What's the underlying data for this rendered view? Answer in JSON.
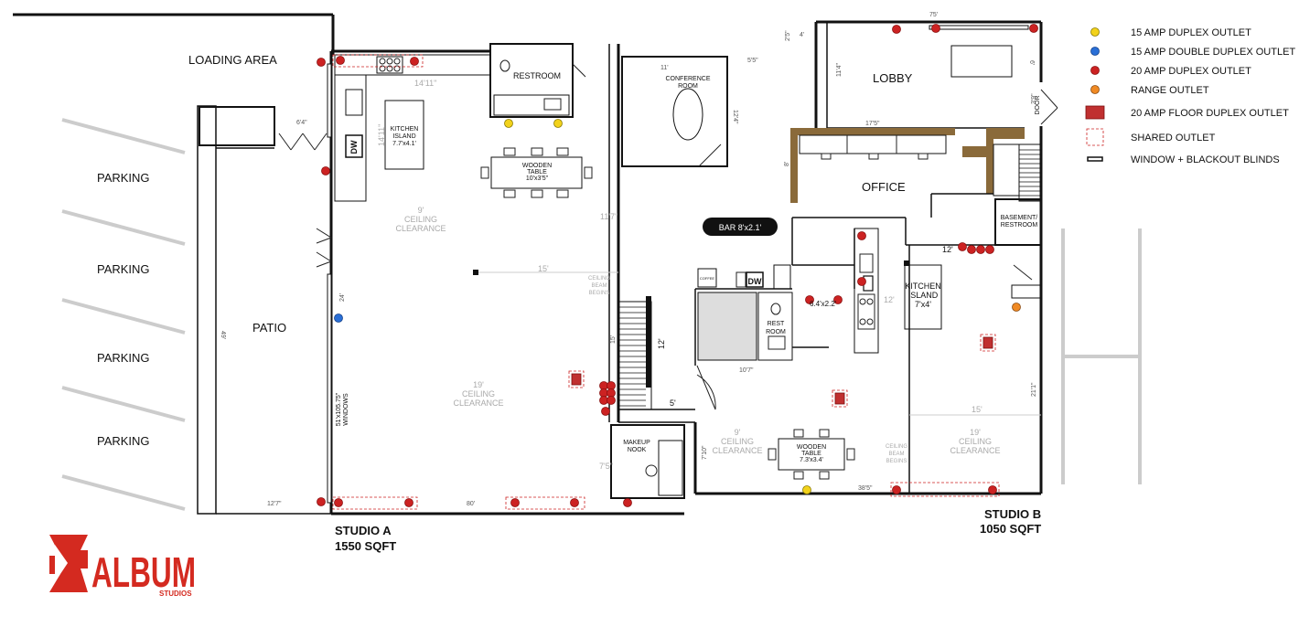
{
  "areas": {
    "loading_area": "LOADING AREA",
    "parking": [
      "PARKING",
      "PARKING",
      "PARKING",
      "PARKING"
    ],
    "patio": "PATIO",
    "restroom": "RESTROOM",
    "conference_room": "CONFERENCE\nROOM",
    "lobby": "LOBBY",
    "office": "OFFICE",
    "basement_restroom": "BASEMENT/\nRESTROOM",
    "rest_room": "REST\nROOM",
    "makeup_nook": "MAKEUP\nNOOK",
    "kitchen_island_a": "KITCHEN\nISLAND\n7.7'x4.1'",
    "kitchen_island_b": "KITCHEN\nISLAND\n7'x4'",
    "wooden_table_a": "WOODEN\nTABLE\n10'x3'5\"",
    "wooden_table_b": "WOODEN\nTABLE\n7.3'x3.4'",
    "bar": "BAR 8'x2.1'",
    "door": "DOOR",
    "coffee": "COFFEE",
    "dw": "DW",
    "windows": "51'x105.75\"\nWINDOWS"
  },
  "ceiling_labels": {
    "a_top": "9'\nCEILING\nCLEARANCE",
    "a_main": "19'\nCEILING\nCLEARANCE",
    "b_left": "9'\nCEILING\nCLEARANCE",
    "b_right": "19'\nCEILING\nCLEARANCE",
    "beam_a": "CEILING\nBEAM\nBEGINS",
    "beam_b": "CEILING\nBEAM\nBEGINS"
  },
  "dimensions": {
    "d_75": "75'",
    "d_14_11_top": "14'11\"",
    "d_14_11_side": "14'11\"",
    "d_6_4": "6'4\"",
    "d_11": "11'",
    "d_5_5": "5'5\"",
    "d_12_4": "12'4\"",
    "d_2_5": "2'5\"",
    "d_4": "4'",
    "d_11_4": "11'4\"",
    "d_6": "6'",
    "d_3_9": "3'9\"",
    "d_17_5": "17'5\"",
    "d_8": "8'",
    "d_11_7": "11'7\"",
    "d_15_a": "15'",
    "d_15_b": "15'",
    "d_12_stair": "12'",
    "d_12_b": "12'",
    "d_12_c": "12'",
    "d_5": "5'",
    "d_10_7": "10'7\"",
    "d_6_4x2": "6.4'x2.2'",
    "d_49": "49'",
    "d_24": "24'",
    "d_12_7": "12'7\"",
    "d_80": "80'",
    "d_7_5": "7'5\"",
    "d_7_10": "7'10\"",
    "d_38_5": "38'5\"",
    "d_21_1": "21'1\"",
    "d_15_stair": "15'"
  },
  "studios": {
    "a_name": "STUDIO A",
    "a_size": "1550 SQFT",
    "b_name": "STUDIO B",
    "b_size": "1050 SQFT"
  },
  "legend": [
    {
      "label": "15 AMP DUPLEX OUTLET",
      "symbol": "yellow-dot",
      "color": "#f2d21b"
    },
    {
      "label": "15 AMP DOUBLE DUPLEX OUTLET",
      "symbol": "blue-dot",
      "color": "#2a6fd6"
    },
    {
      "label": "20 AMP DUPLEX OUTLET",
      "symbol": "red-dot",
      "color": "#cc2222"
    },
    {
      "label": "RANGE OUTLET",
      "symbol": "orange-dot",
      "color": "#f08a24"
    },
    {
      "label": "20 AMP FLOOR DUPLEX OUTLET",
      "symbol": "floor-outlet",
      "color": "#c03030"
    },
    {
      "label": "SHARED OUTLET",
      "symbol": "dashed-box",
      "color": "#cc2222"
    },
    {
      "label": "WINDOW + BLACKOUT BLINDS",
      "symbol": "window-bar",
      "color": "#111111"
    }
  ],
  "logo": {
    "name": "ALBUM",
    "sub": "STUDIOS",
    "color": "#d42a20"
  }
}
